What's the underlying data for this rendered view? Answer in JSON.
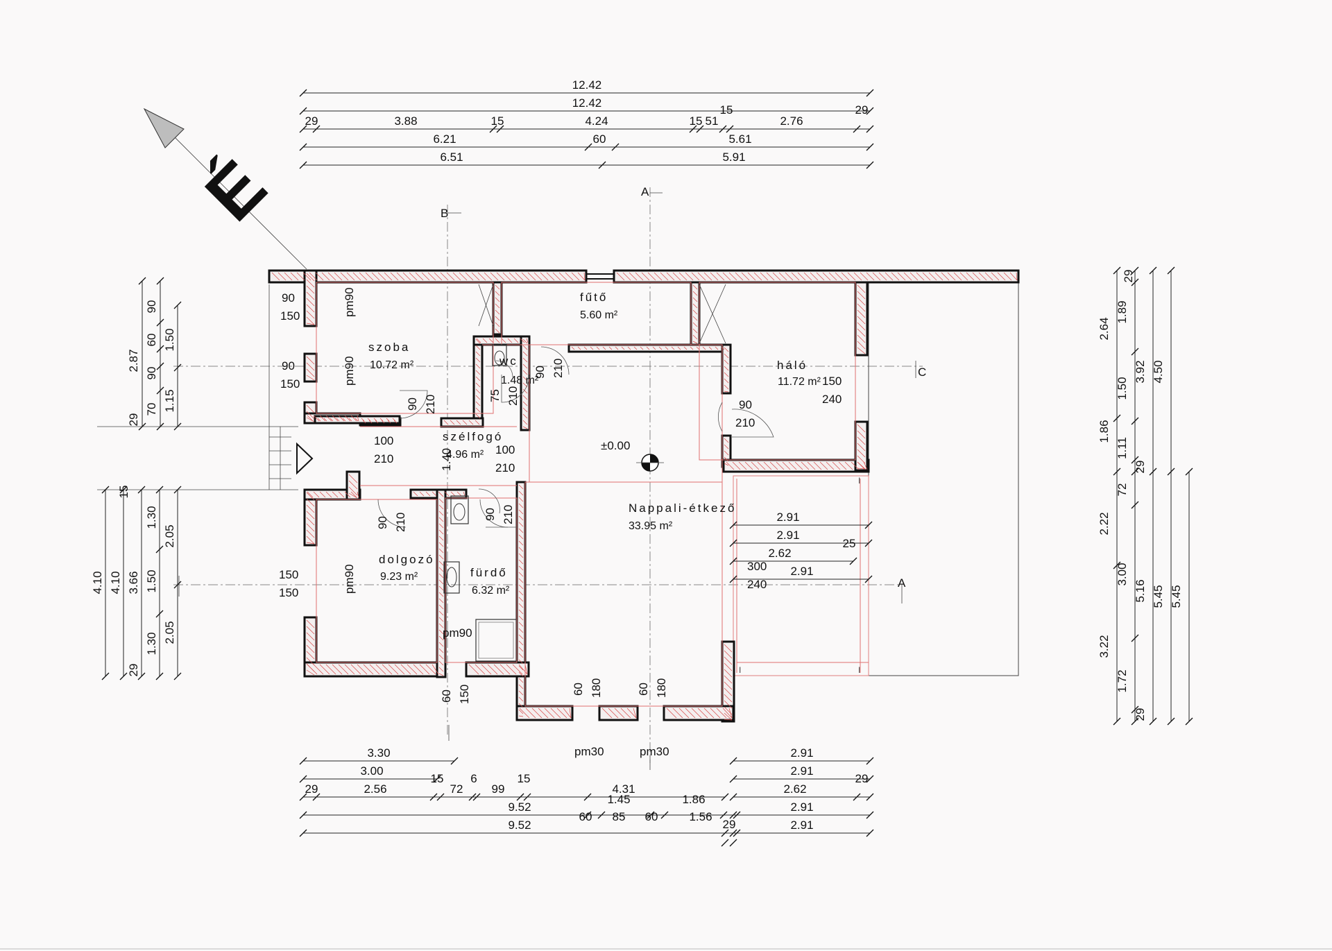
{
  "north": {
    "label": "É"
  },
  "dims_top": {
    "overall_1": "12.42",
    "overall_2": "12.42",
    "row3": [
      "29",
      "3.88",
      "15",
      "4.24",
      "15",
      "51",
      "15",
      "2.76",
      "29"
    ],
    "row4": [
      "6.21",
      "60",
      "5.61"
    ],
    "row5": [
      "6.51",
      "5.91"
    ]
  },
  "dims_bottom": {
    "left_a": "3.30",
    "left_b": "3.00",
    "row3": [
      "29",
      "2.56",
      "15",
      "72",
      "6",
      "99",
      "15"
    ],
    "mid_a": "4.31",
    "mid_b": [
      "1.45",
      "1.86"
    ],
    "row4": [
      "9.52",
      "60",
      "85",
      "60",
      "1.56",
      "29"
    ],
    "row5": "9.52",
    "right": [
      "2.91",
      "2.91",
      "2.62",
      "2.91",
      "2.91"
    ],
    "right_29": "29"
  },
  "dims_left": {
    "upper": [
      "2.87",
      "90",
      "60",
      "1.50",
      "90",
      "70",
      "1.15",
      "29"
    ],
    "lower": [
      "4.10",
      "4.10",
      "3.66",
      "15",
      "1.30",
      "2.05",
      "1.50",
      "1.30",
      "2.05",
      "29"
    ]
  },
  "dims_right": {
    "upper": [
      "2.64",
      "29",
      "1.89",
      "1.50",
      "3.92",
      "4.50",
      "1.86",
      "1.11",
      "29"
    ],
    "lower": [
      "2.22",
      "72",
      "3.00",
      "5.16",
      "5.45",
      "5.45",
      "3.22",
      "1.72",
      "29"
    ]
  },
  "openings": {
    "szoba_win1": [
      "90",
      "150"
    ],
    "szoba_win2": [
      "90",
      "150"
    ],
    "szoba_door": [
      "90",
      "210"
    ],
    "wc_door1": [
      "75",
      "210"
    ],
    "wc_door2": [
      "90",
      "210"
    ],
    "entry_door": [
      "100",
      "210"
    ],
    "szelfogo_door": [
      "100",
      "210"
    ],
    "halo_door": [
      "90",
      "210"
    ],
    "halo_win": [
      "150",
      "240"
    ],
    "dolgozo_door": [
      "90",
      "210"
    ],
    "furdo_door": [
      "90",
      "210"
    ],
    "dolgozo_win": [
      "150",
      "150"
    ],
    "nappali_win": [
      "300",
      "240"
    ],
    "bottom_win1": [
      "60",
      "180"
    ],
    "bottom_win2": [
      "60",
      "180"
    ],
    "furdo_win": [
      "60",
      "150"
    ],
    "terrace_25": "25",
    "terrace_dims": [
      "2.91",
      "2.91",
      "2.62",
      "2.91"
    ]
  },
  "labels": {
    "pm90_a": "pm90",
    "pm90_b": "pm90",
    "pm90_c": "pm90",
    "pm90_d": "pm90",
    "pm30_a": "pm30",
    "pm30_b": "pm30",
    "level": "±0.00",
    "sec_A_top": "A",
    "sec_A_right": "A",
    "sec_B": "B",
    "sec_C": "C",
    "dim_140": "1.40"
  },
  "rooms": [
    {
      "key": "szoba",
      "name": "szoba",
      "area": "10.72 m²"
    },
    {
      "key": "futo",
      "name": "fűtő",
      "area": "5.60 m²"
    },
    {
      "key": "wc",
      "name": "wc",
      "area": "1.48 m²"
    },
    {
      "key": "halo",
      "name": "háló",
      "area": "11.72 m²"
    },
    {
      "key": "szelfogo",
      "name": "szélfogó",
      "area": "4.96 m²"
    },
    {
      "key": "nappali",
      "name": "Nappali-étkező",
      "area": "33.95 m²"
    },
    {
      "key": "dolgozo",
      "name": "dolgozó",
      "area": "9.23 m²"
    },
    {
      "key": "furdo",
      "name": "fürdő",
      "area": "6.32 m²"
    }
  ]
}
